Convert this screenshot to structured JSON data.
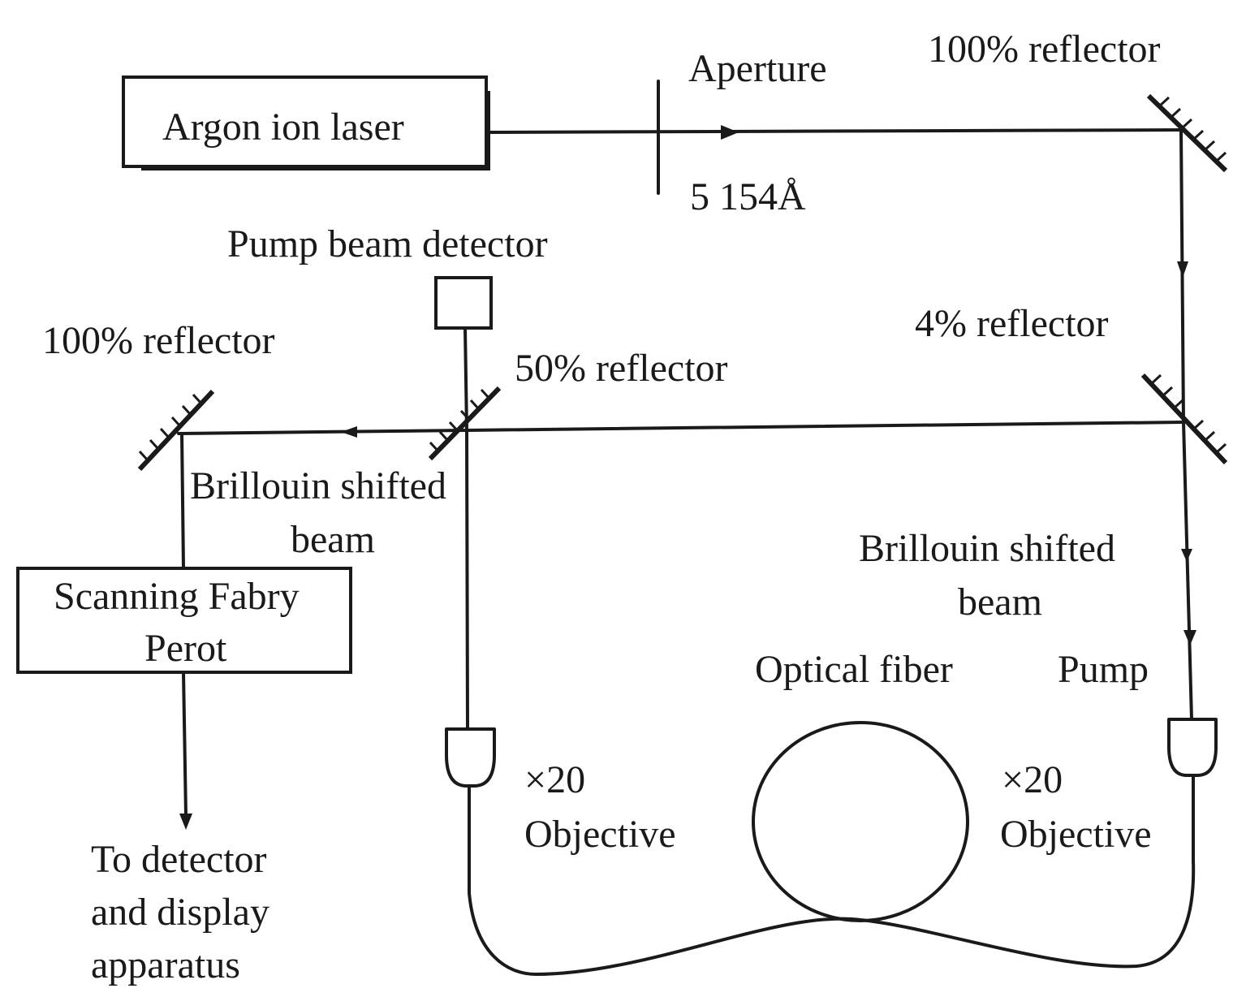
{
  "labels": {
    "argon_laser": "Argon ion laser",
    "aperture": "Aperture",
    "wavelength": "5 154Å",
    "reflector_100_top": "100% reflector",
    "pump_beam_detector": "Pump beam detector",
    "reflector_4": "4% reflector",
    "reflector_100_left": "100% reflector",
    "reflector_50": "50% reflector",
    "brillouin_left_line1": "Brillouin shifted",
    "brillouin_left_line2": "beam",
    "brillouin_right_line1": "Brillouin shifted",
    "brillouin_right_line2": "beam",
    "fabry_line1": "Scanning Fabry",
    "fabry_line2": "Perot",
    "optical_fiber": "Optical fiber",
    "pump": "Pump",
    "objective_left_line1": "×20",
    "objective_left_line2": "Objective",
    "objective_right_line1": "×20",
    "objective_right_line2": "Objective",
    "to_detector_line1": "To detector",
    "to_detector_line2": "and display",
    "to_detector_line3": "apparatus"
  }
}
